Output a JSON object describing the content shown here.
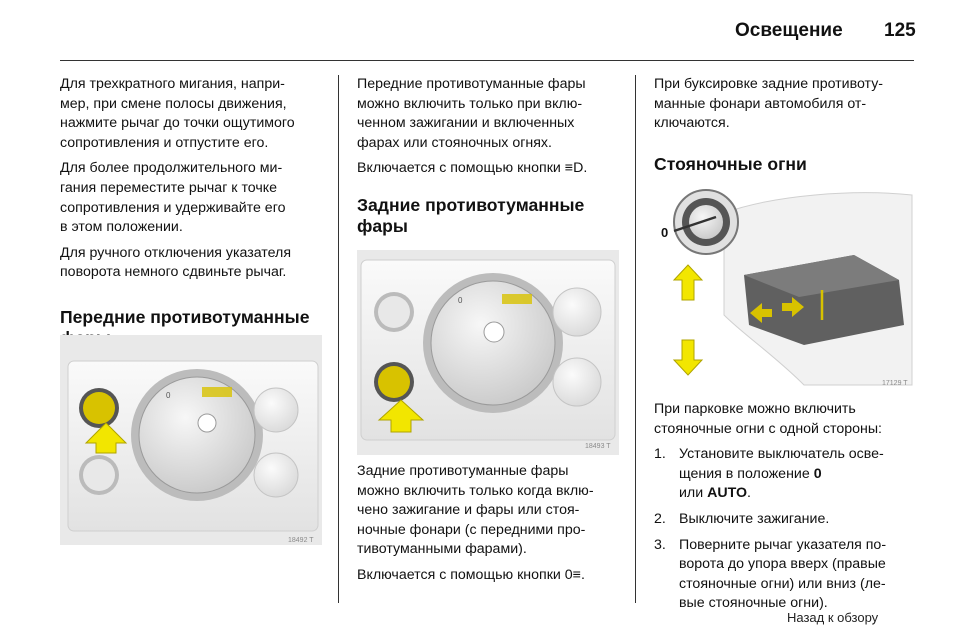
{
  "header": {
    "title": "Освещение",
    "page_number": "125"
  },
  "col1": {
    "paragraphs": [
      [
        "Для трехкратного мигания, напри-",
        "мер, при смене полосы движения,",
        "нажмите рычаг до точки ощутимого",
        "сопротивления и отпустите его."
      ],
      [
        "Для более продолжительного ми-",
        "гания переместите рычаг к точке",
        "сопротивления и удерживайте его",
        "в этом положении."
      ],
      [
        "Для ручного отключения указателя",
        "поворота немного сдвиньте рычаг."
      ]
    ],
    "heading": [
      "Передние противотуманные",
      "фары"
    ],
    "figure_id": "18492 T",
    "figure_dial_label": "0"
  },
  "col2": {
    "paragraphs_top": [
      [
        "Передние противотуманные фары",
        "можно включить только при вклю-",
        "ченном зажигании и включенных",
        "фарах или стояночных огнях."
      ]
    ],
    "switch_line_1": "Включается с помощью кнопки",
    "heading": [
      "Задние противотуманные",
      "фары"
    ],
    "figure_id": "18493 T",
    "figure_dial_label": "0",
    "paragraphs_bottom": [
      [
        "Задние противотуманные фары",
        "можно включить только когда вклю-",
        "чено зажигание и фары или стоя-",
        "ночные фонари (с передними про-",
        "тивотуманными фарами)."
      ]
    ],
    "switch_line_2": "Включается с помощью кнопки"
  },
  "col3": {
    "paragraph_top": [
      "При буксировке задние противоту-",
      "манные фонари автомобиля от-",
      "ключаются."
    ],
    "heading": "Стояночные огни",
    "figure_id": "17129 T",
    "figure_dial_label": "0",
    "intro": [
      "При парковке можно включить",
      "стояночные огни с одной стороны:"
    ],
    "steps": [
      {
        "num": "1.",
        "lines": [
          "Установите выключатель осве-",
          "щения в положение"
        ],
        "bold1": "0",
        "mid": "или",
        "bold2": "AUTO",
        "tail": "."
      },
      {
        "num": "2.",
        "lines": [
          "Выключите зажигание."
        ]
      },
      {
        "num": "3.",
        "lines": [
          "Поверните рычаг указателя по-",
          "ворота до упора вверх (правые",
          "стояночные огни) или вниз (ле-",
          "вые стояночные огни)."
        ]
      }
    ]
  },
  "footer": {
    "back_link": "Назад к обзору"
  },
  "colors": {
    "text": "#111111",
    "rule": "#333333",
    "arrow_yellow": "#f2e600",
    "indicator_amber": "#d8c200",
    "figure_bg": "#e9e9e9"
  }
}
